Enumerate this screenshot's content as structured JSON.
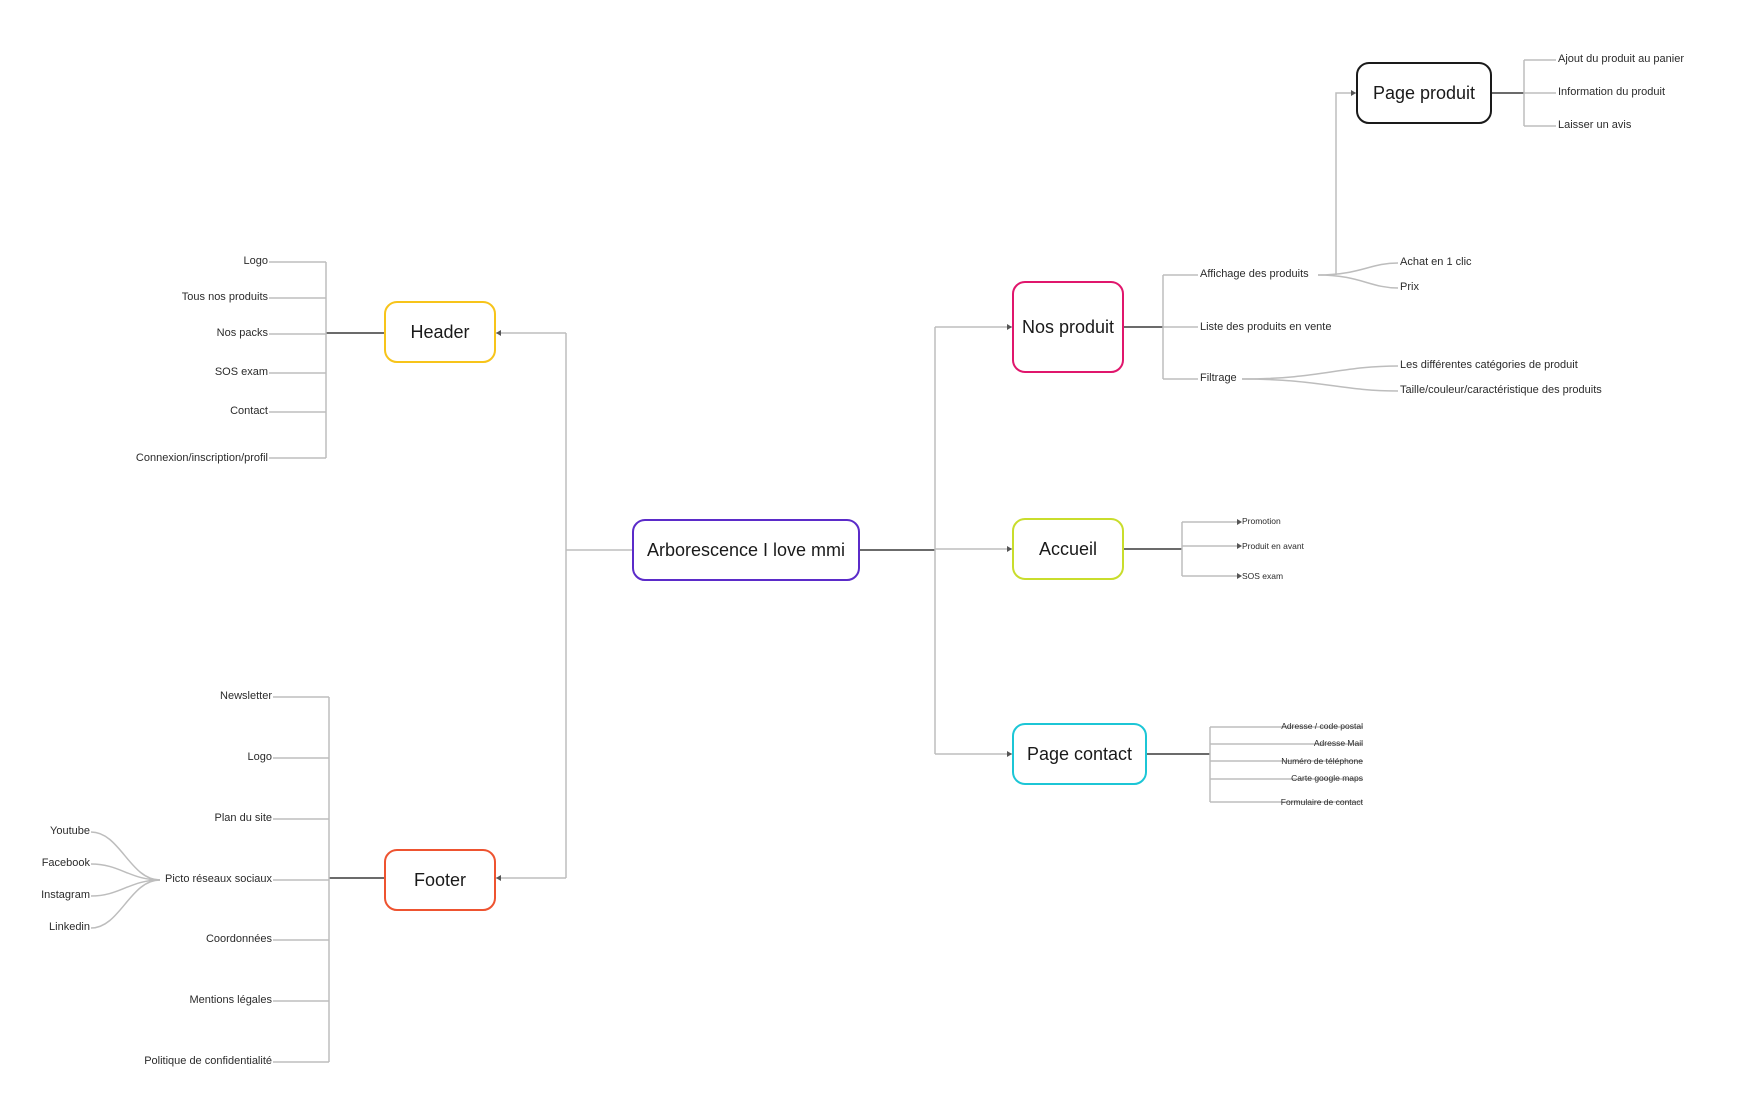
{
  "root": {
    "label": "Arborescence I love mmi",
    "color": "#5b2bc9"
  },
  "header": {
    "label": "Header",
    "color": "#f7c41a",
    "items": [
      "Logo",
      "Tous nos produits",
      "Nos packs",
      "SOS exam",
      "Contact",
      "Connexion/inscription/profil"
    ]
  },
  "footer": {
    "label": "Footer",
    "color": "#ee5330",
    "items": [
      "Newsletter",
      "Logo",
      "Plan du site",
      "Picto réseaux sociaux",
      "Coordonnées",
      "Mentions légales",
      "Politique de confidentialité"
    ],
    "social": [
      "Youtube",
      "Facebook",
      "Instagram",
      "Linkedin"
    ]
  },
  "nos_produit": {
    "label": "Nos produit",
    "color": "#e0166c",
    "items": [
      "Affichage des produits",
      "Liste des produits en vente",
      "Filtrage"
    ],
    "affichage_sub": [
      "Achat en 1 clic",
      "Prix"
    ],
    "filtrage_sub": [
      "Les différentes catégories de produit",
      "Taille/couleur/caractéristique des produits"
    ]
  },
  "page_produit": {
    "label": "Page produit",
    "color": "#1a1a1a",
    "items": [
      "Ajout du produit au panier",
      "Information du produit",
      "Laisser un avis"
    ]
  },
  "accueil": {
    "label": "Accueil",
    "color": "#c9dd2c",
    "items": [
      "Promotion",
      "Produit en avant",
      "SOS exam"
    ]
  },
  "page_contact": {
    "label": "Page contact",
    "color": "#1cc6d6",
    "items": [
      "Adresse / code postal",
      "Adresse Mail",
      "Numéro de téléphone",
      "Carte google maps",
      "Formulaire de contact"
    ]
  }
}
